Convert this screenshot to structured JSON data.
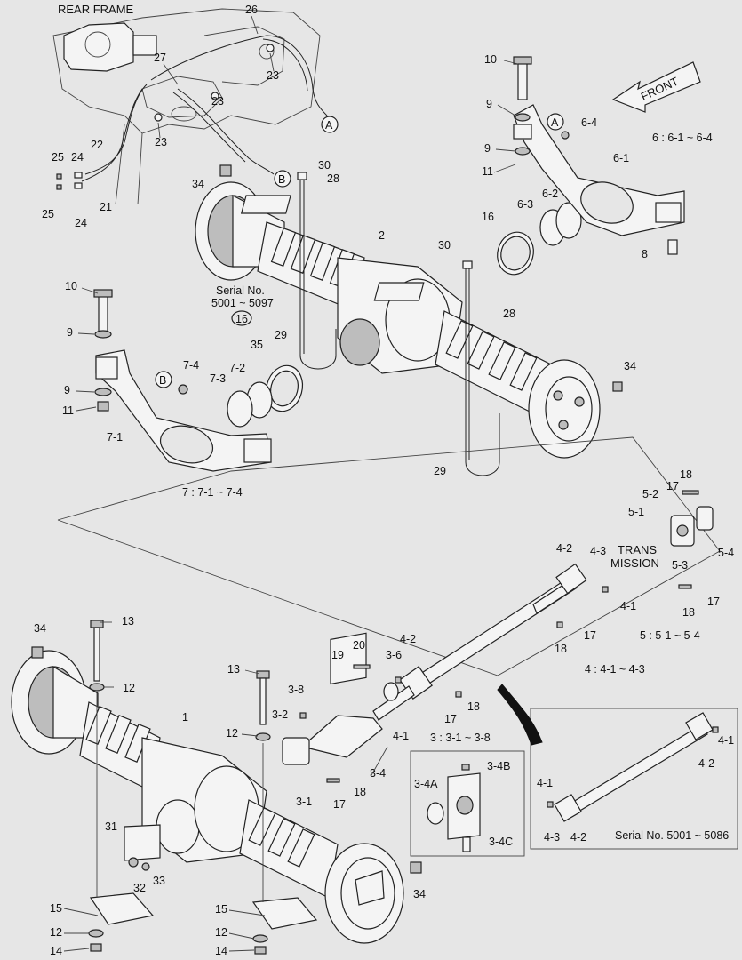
{
  "labels": {
    "rear_frame": "REAR FRAME",
    "front": "FRONT",
    "trans": "TRANS",
    "mission": "MISSION",
    "serial_top_1": "Serial No.",
    "serial_top_2": "5001 ~ 5097",
    "serial_box": "Serial No. 5001 ~ 5086",
    "group6": "6 : 6-1 ~ 6-4",
    "group7": "7 : 7-1 ~ 7-4",
    "group5": "5 : 5-1 ~ 5-4",
    "group4": "4 : 4-1 ~ 4-3",
    "group3": "3 : 3-1 ~ 3-8",
    "circ_a1": "A",
    "circ_a2": "A",
    "circ_b1": "B",
    "circ_b2": "B",
    "circ_16": "16"
  },
  "callouts": {
    "p26": "26",
    "p27": "27",
    "p23a": "23",
    "p23b": "23",
    "p23c": "23",
    "p22": "22",
    "p25a": "25",
    "p24a": "24",
    "p24b": "24",
    "p25b": "25",
    "p21": "21",
    "p34a": "34",
    "p30a": "30",
    "p28a": "28",
    "p2": "2",
    "p10a": "10",
    "p9a": "9",
    "p9b": "9",
    "p11a": "11",
    "p64": "6-4",
    "p61": "6-1",
    "p63": "6-3",
    "p62": "6-2",
    "p16": "16",
    "p8": "8",
    "p30b": "30",
    "p28b": "28",
    "p10b": "10",
    "p9c": "9",
    "p9d": "9",
    "p11b": "11",
    "p74": "7-4",
    "p72": "7-2",
    "p73": "7-3",
    "p71": "7-1",
    "p35": "35",
    "p29a": "29",
    "p29b": "29",
    "p34b": "34",
    "p18a": "18",
    "p17a": "17",
    "p52": "5-2",
    "p51": "5-1",
    "p53": "5-3",
    "p54": "5-4",
    "p42a": "4-2",
    "p43a": "4-3",
    "p41a": "4-1",
    "p18b": "18",
    "p17b": "17",
    "p17c": "17",
    "p18c": "18",
    "p34c": "34",
    "p13a": "13",
    "p12a": "12",
    "p1": "1",
    "p13b": "13",
    "p12b": "12",
    "p20": "20",
    "p19": "19",
    "p36": "3-6",
    "p42b": "4-2",
    "p38": "3-8",
    "p32": "3-2",
    "p17d": "17",
    "p18d": "18",
    "p41b": "4-1",
    "p31": "3-1",
    "p18e": "18",
    "p17e": "17",
    "p34l": "3-4",
    "p34b2": "3-4B",
    "p34a2": "3-4A",
    "p34c2": "3-4C",
    "p31n": "31",
    "p32n": "32",
    "p33n": "33",
    "p34d": "34",
    "p15a": "15",
    "p12c": "12",
    "p14a": "14",
    "p15b": "15",
    "p12d": "12",
    "p14b": "14",
    "p41c": "4-1",
    "p42c": "4-2",
    "p41d": "4-1",
    "p43b": "4-3",
    "p42d": "4-2"
  }
}
